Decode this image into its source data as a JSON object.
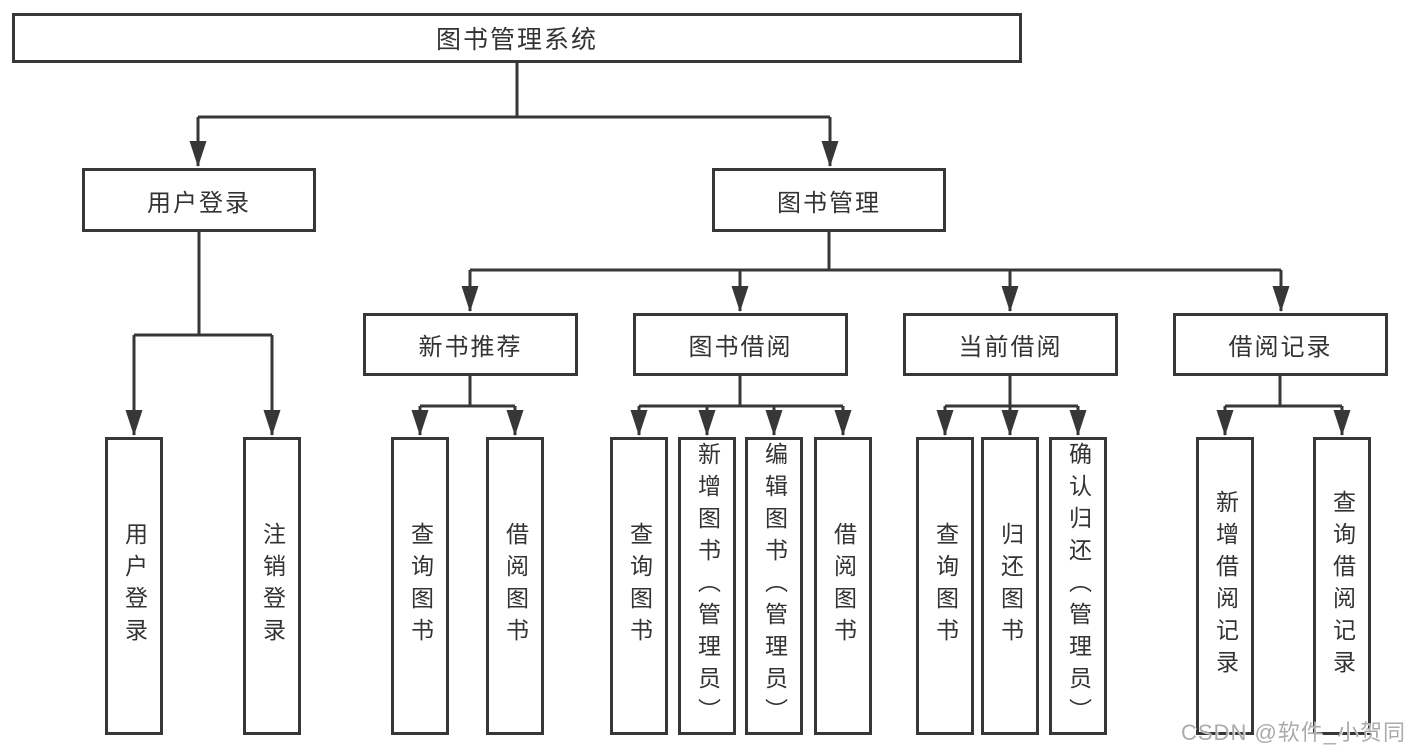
{
  "root": {
    "label": "图书管理系统"
  },
  "level2": [
    {
      "label": "用户登录",
      "children": [
        "用户登录",
        "注销登录"
      ]
    },
    {
      "label": "图书管理",
      "children": [
        {
          "label": "新书推荐",
          "children": [
            "查询图书",
            "借阅图书"
          ]
        },
        {
          "label": "图书借阅",
          "children": [
            "查询图书",
            "新增图书（管理员）",
            "编辑图书（管理员）",
            "借阅图书"
          ]
        },
        {
          "label": "当前借阅",
          "children": [
            "查询图书",
            "归还图书",
            "确认归还（管理员）"
          ]
        },
        {
          "label": "借阅记录",
          "children": [
            "新增借阅记录",
            "查询借阅记录"
          ]
        }
      ]
    }
  ],
  "watermark": "CSDN @软件_小贺同学",
  "colors": {
    "line": "#373737",
    "box_border": "#373737",
    "box_fill": "#ffffff",
    "text": "#333333",
    "watermark": "#ababab",
    "background": "#ffffff"
  }
}
